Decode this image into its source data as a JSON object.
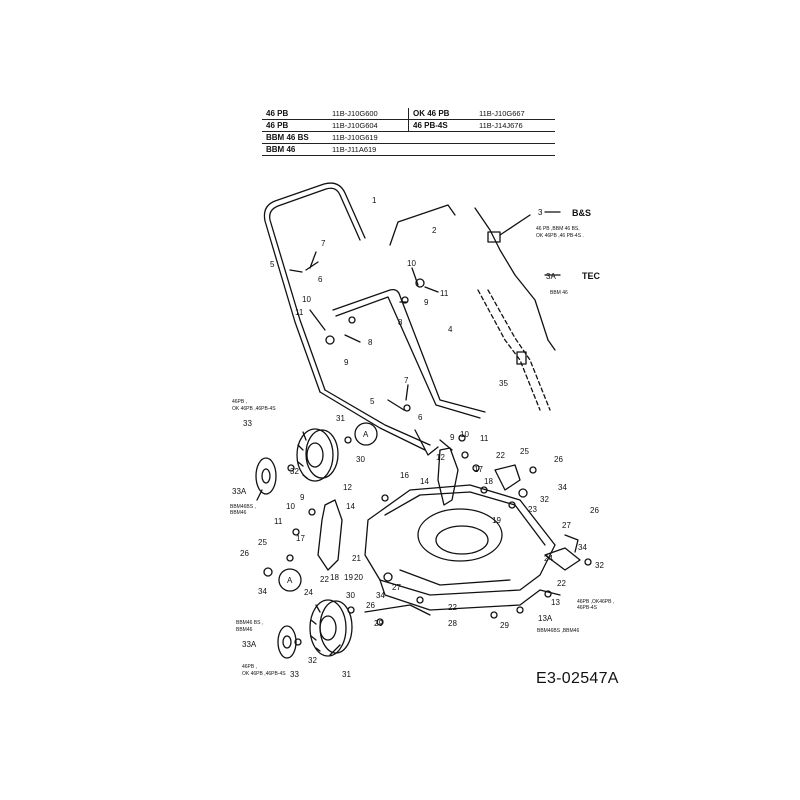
{
  "models": [
    {
      "name": "46 PB",
      "code": "11B-J10G600",
      "name2": "OK 46 PB",
      "code2": "11B-J10G667"
    },
    {
      "name": "46 PB",
      "code": "11B-J10G604",
      "name2": "46 PB-4S",
      "code2": "11B-J14J676"
    },
    {
      "name": "BBM 46 BS",
      "code": "11B-J10G619",
      "name2": "",
      "code2": ""
    },
    {
      "name": "BBM 46",
      "code": "11B-J11A619",
      "name2": "",
      "code2": ""
    }
  ],
  "diagram_code": "E3-02547A",
  "callouts": {
    "c1": "1",
    "c2": "2",
    "c3": "3",
    "c3a": "3A",
    "c4": "4",
    "c5": "5",
    "c6": "6",
    "c7": "7",
    "c8": "8",
    "c9": "9",
    "c10": "10",
    "c11": "11",
    "c12": "12",
    "c13": "13",
    "c13a": "13A",
    "c14": "14",
    "c16": "16",
    "c17": "17",
    "c18": "18",
    "c19": "19",
    "c20": "20",
    "c21": "21",
    "c22": "22",
    "c23": "23",
    "c24": "24",
    "c25": "25",
    "c26": "26",
    "c27": "27",
    "c28": "28",
    "c29": "29",
    "c30": "30",
    "c31": "31",
    "c32": "32",
    "c33": "33",
    "c33a": "33A",
    "c34": "34",
    "c35": "35",
    "circleA": "A"
  },
  "notes": {
    "bs_label": "B&S",
    "bs_models": "46 PB ,BBM 46 BS,",
    "bs_models2": "OK 46PB ,46 PB-4S .",
    "tec_label": "TEC",
    "tec_models": "BBM 46",
    "wheel_rear_models": "46PB ,",
    "wheel_rear_models2": "OK 46PB ,46PB-4S",
    "wheel_rear_bbm": "BBM46BS ,",
    "wheel_rear_bbm2": "BBM46",
    "wheel_front_bbm": "BBM46 BS ,",
    "wheel_front_bbm2": "BBM46",
    "wheel_front_models": "46PB ,",
    "wheel_front_models2": "OK 46PB ,46PB-4S",
    "part13_models": "46PB ,OK46PB ,",
    "part13_models2": "46PB-4S",
    "part13a_models": "BBM46BS ,BBM46"
  }
}
